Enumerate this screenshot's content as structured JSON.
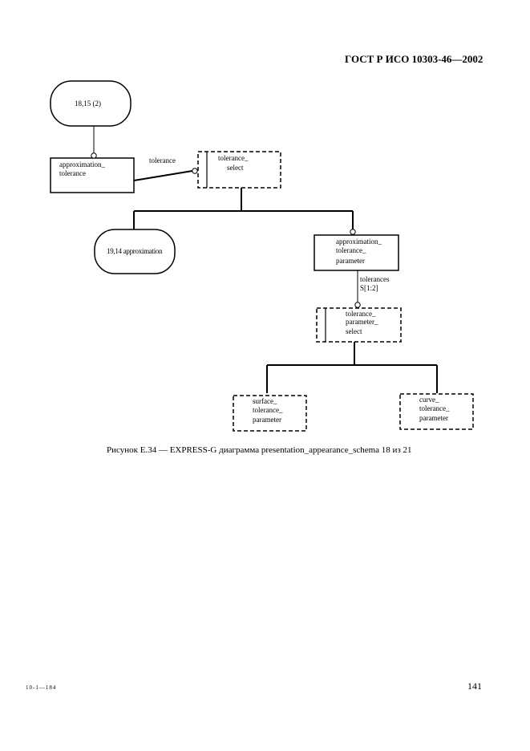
{
  "header": {
    "standard": "ГОСТ Р ИСО 10303-46—2002"
  },
  "nodes": {
    "ref_18_15": "18,15 (2)",
    "approx_tol": [
      "approximation_",
      "tolerance"
    ],
    "tol_select": [
      "tolerance_",
      "select"
    ],
    "ref_19_14": "19,14 approximation",
    "approx_tol_param": [
      "approximation_",
      "tolerance_",
      "parameter"
    ],
    "tol_param_select": [
      "tolerance_",
      "parameter_",
      "select"
    ],
    "surface_tol_param": [
      "surface_",
      "tolerance_",
      "parameter"
    ],
    "curve_tol_param": [
      "curve_",
      "tolerance_",
      "parameter"
    ]
  },
  "relations": {
    "tolerance": "tolerance",
    "tolerances": [
      "tolerances",
      "S[1:2]"
    ]
  },
  "caption": "Рисунок Е.34 — EXPRESS-G диаграмма presentation_appearance_schema 18 из 21",
  "footer": {
    "left": "10-1—184",
    "page_number": "141"
  }
}
